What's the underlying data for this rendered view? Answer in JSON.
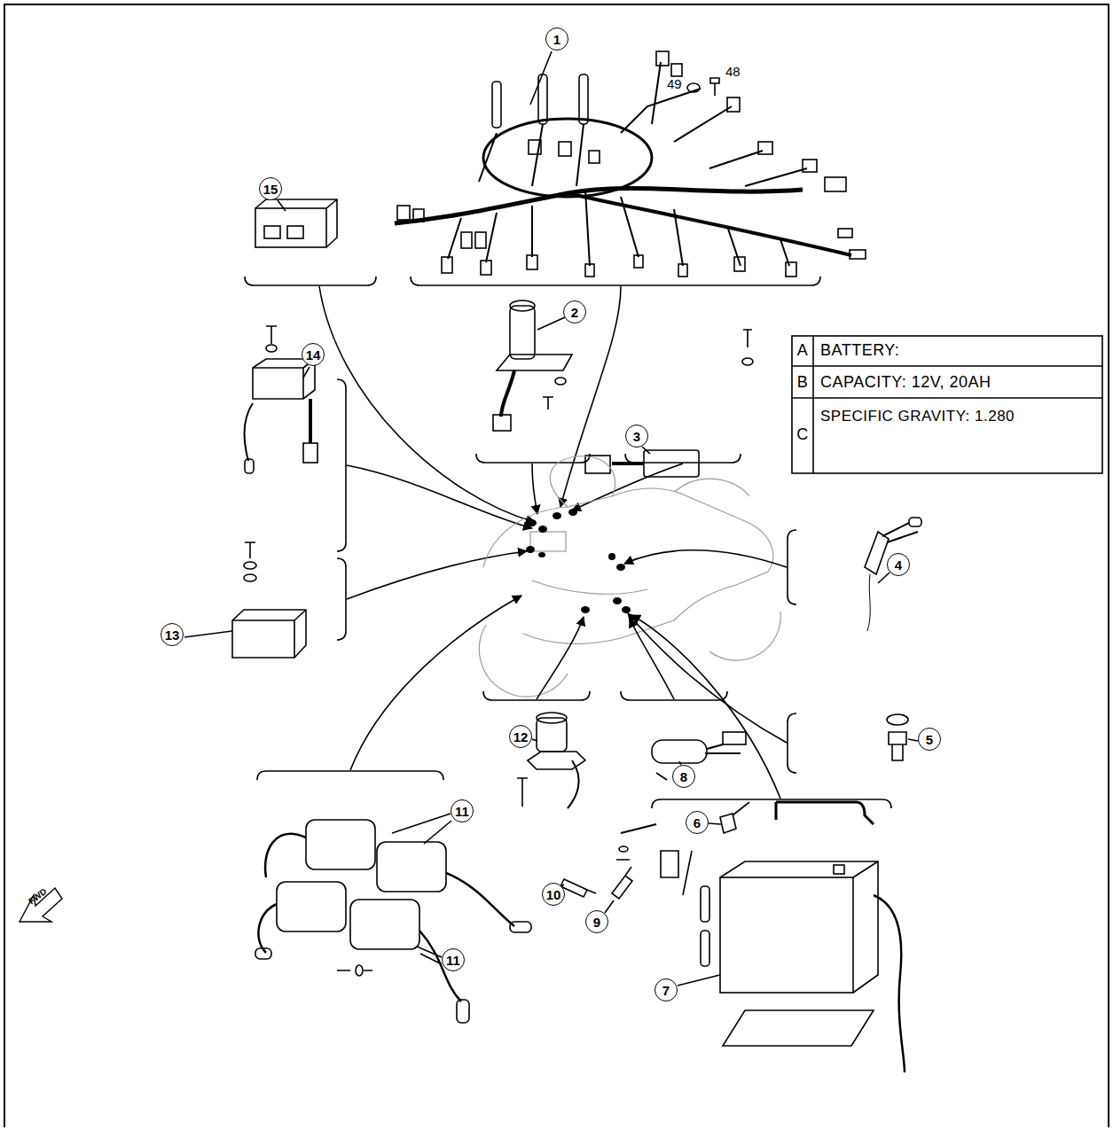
{
  "diagram": {
    "nodes": [
      {
        "text": [
          "1"
        ]
      },
      {
        "text": [
          "15"
        ]
      },
      {
        "text": [
          "2"
        ]
      },
      {
        "text": [
          "14"
        ]
      },
      {
        "text": [
          "3"
        ]
      },
      {
        "text": [
          "4"
        ]
      },
      {
        "text": [
          "13"
        ]
      },
      {
        "text": [
          "12"
        ]
      },
      {
        "text": [
          "5"
        ]
      },
      {
        "text": [
          "8"
        ]
      },
      {
        "text": [
          "11"
        ]
      },
      {
        "text": [
          "6"
        ]
      },
      {
        "text": [
          "10"
        ]
      },
      {
        "text": [
          "9"
        ]
      },
      {
        "text": [
          "11"
        ]
      },
      {
        "text": [
          "7"
        ]
      }
    ],
    "labels": [
      "48",
      "49",
      "A",
      "BATTERY:",
      "B",
      "CAPACITY: 12V, 20AH",
      "C",
      "SPECIFIC GRAVITY: 1.280",
      "FWD"
    ]
  }
}
